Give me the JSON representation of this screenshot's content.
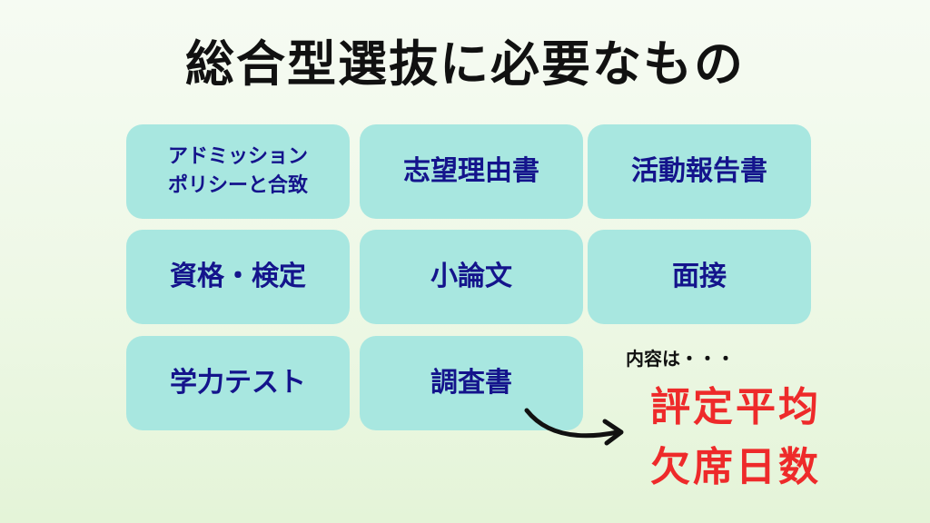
{
  "title": "総合型選抜に必要なもの",
  "items": [
    {
      "line1": "アドミッション",
      "line2": "ポリシーと合致"
    },
    {
      "label": "志望理由書"
    },
    {
      "label": "活動報告書"
    },
    {
      "label": "資格・検定"
    },
    {
      "label": "小論文"
    },
    {
      "label": "面接"
    },
    {
      "label": "学力テスト"
    },
    {
      "label": "調査書"
    }
  ],
  "note": {
    "label": "内容は・・・",
    "items": [
      "評定平均",
      "欠席日数"
    ]
  },
  "colors": {
    "card_bg": "#a8e7e0",
    "card_text": "#14148c",
    "highlight": "#ee2a2a"
  }
}
